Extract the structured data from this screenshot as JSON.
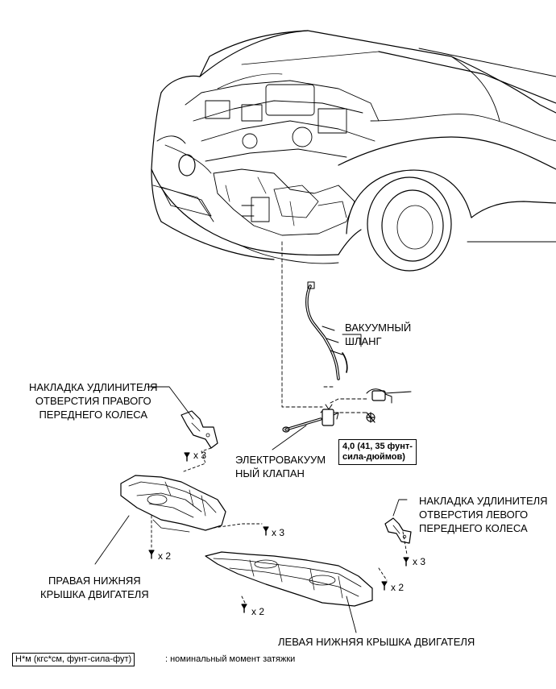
{
  "labels": {
    "vacuum_hose": "ВАКУУМНЫЙ\nШЛАНГ",
    "right_wheel_opening_cover": "НАКЛАДКА УДЛИНИТЕЛЯ\nОТВЕРСТИЯ ПРАВОГО\nПЕРЕДНЕГО КОЛЕСА",
    "solenoid_valve": "ЭЛЕКТРОВАКУУМ\nНЫЙ КЛАПАН",
    "left_wheel_opening_cover": "НАКЛАДКА УДЛИНИТЕЛЯ\nОТВЕРСТИЯ ЛЕВОГО\nПЕРЕДНЕГО КОЛЕСА",
    "right_engine_under_cover": "ПРАВАЯ НИЖНЯЯ\nКРЫШКА ДВИГАТЕЛЯ",
    "left_engine_under_cover": "ЛЕВАЯ НИЖНЯЯ КРЫШКА ДВИГАТЕЛЯ"
  },
  "torque_spec": "4,0 (41, 35 фунт-\nсила-дюймов)",
  "quantities": {
    "right_cover_clip": "x 3",
    "right_under_cover_upper_clip": "x 3",
    "right_under_cover_lower_clip": "x 2",
    "left_cover_clip": "x 3",
    "left_under_cover_right_clip": "x 2",
    "left_under_cover_lower_clip": "x 2"
  },
  "legend": {
    "unit_box": "Н*м (кгс*см, фунт-сила-фут)",
    "description": ": номинальный момент затяжки"
  }
}
